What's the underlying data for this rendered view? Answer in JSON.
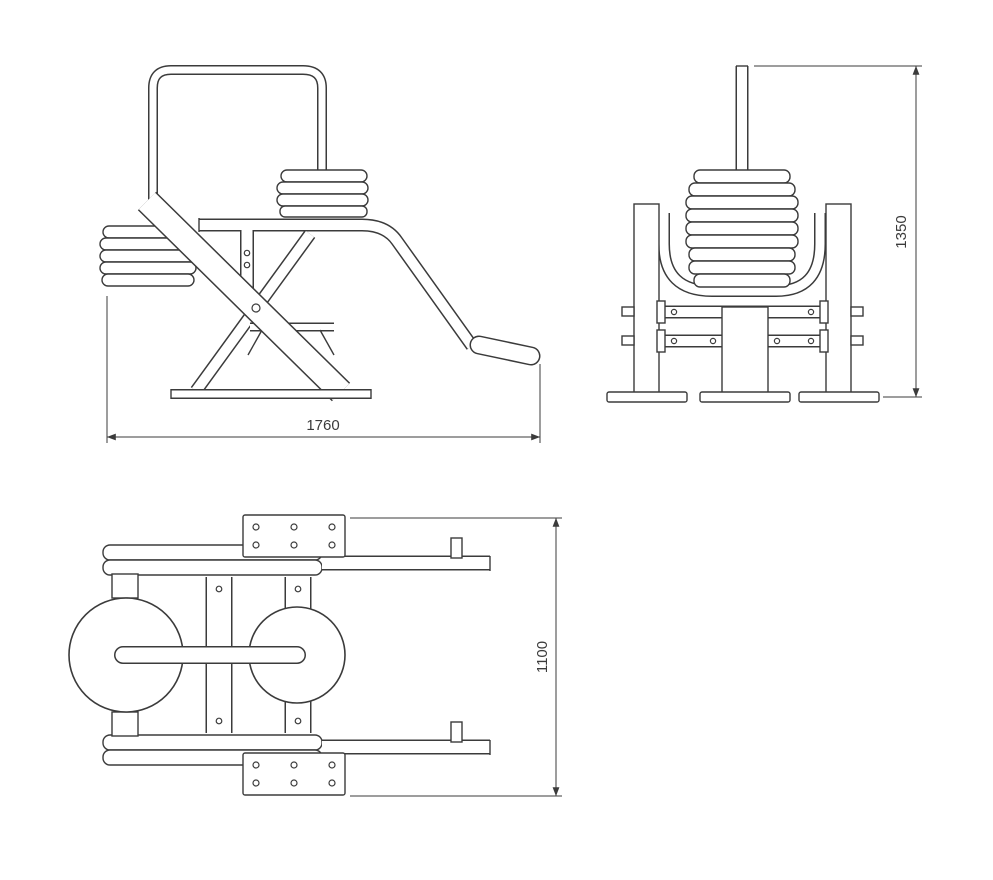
{
  "drawing": {
    "background": "#ffffff",
    "line_color": "#3b3b3b",
    "dimensions": {
      "width": "1760",
      "height": "1350",
      "depth": "1100"
    }
  }
}
